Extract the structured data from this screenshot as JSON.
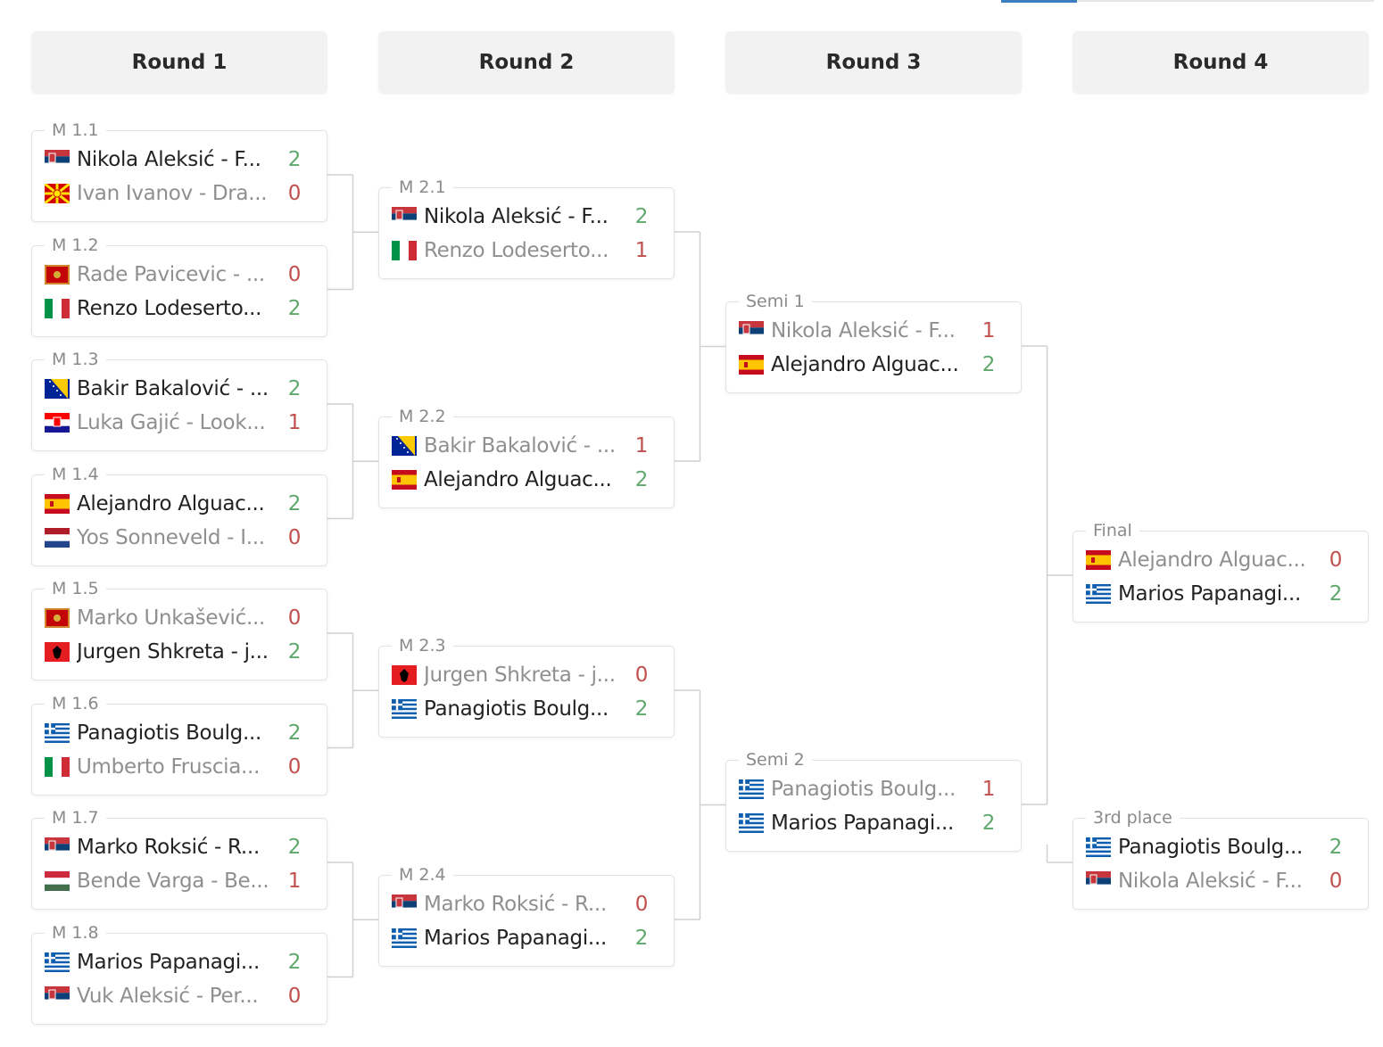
{
  "colors": {
    "win": "#5fa86b",
    "lose": "#c0504d",
    "header_bg": "#f2f2f3",
    "connector": "#d0d0d0"
  },
  "rounds": [
    "Round 1",
    "Round 2",
    "Round 3",
    "Round 4"
  ],
  "matches": [
    {
      "label": "M 1.1",
      "round": 1,
      "slot": 0,
      "players": [
        {
          "name": "Nikola Aleksić - F...",
          "flag": "rs",
          "score": "2",
          "win": true
        },
        {
          "name": "Ivan Ivanov - Dra...",
          "flag": "mk",
          "score": "0",
          "win": false
        }
      ]
    },
    {
      "label": "M 1.2",
      "round": 1,
      "slot": 1,
      "players": [
        {
          "name": "Rade Pavicevic - ...",
          "flag": "me",
          "score": "0",
          "win": false
        },
        {
          "name": "Renzo Lodeserto...",
          "flag": "it",
          "score": "2",
          "win": true
        }
      ]
    },
    {
      "label": "M 1.3",
      "round": 1,
      "slot": 2,
      "players": [
        {
          "name": "Bakir Bakalović - ...",
          "flag": "ba",
          "score": "2",
          "win": true
        },
        {
          "name": "Luka Gajić - Look...",
          "flag": "hr",
          "score": "1",
          "win": false
        }
      ]
    },
    {
      "label": "M 1.4",
      "round": 1,
      "slot": 3,
      "players": [
        {
          "name": "Alejandro Alguac...",
          "flag": "es",
          "score": "2",
          "win": true
        },
        {
          "name": "Yos Sonneveld - I...",
          "flag": "nl",
          "score": "0",
          "win": false
        }
      ]
    },
    {
      "label": "M 1.5",
      "round": 1,
      "slot": 4,
      "players": [
        {
          "name": "Marko Unkašević...",
          "flag": "me",
          "score": "0",
          "win": false
        },
        {
          "name": "Jurgen Shkreta - j...",
          "flag": "al",
          "score": "2",
          "win": true
        }
      ]
    },
    {
      "label": "M 1.6",
      "round": 1,
      "slot": 5,
      "players": [
        {
          "name": "Panagiotis Boulg...",
          "flag": "gr",
          "score": "2",
          "win": true
        },
        {
          "name": "Umberto Fruscia...",
          "flag": "it",
          "score": "0",
          "win": false
        }
      ]
    },
    {
      "label": "M 1.7",
      "round": 1,
      "slot": 6,
      "players": [
        {
          "name": "Marko Roksić - R...",
          "flag": "rs",
          "score": "2",
          "win": true
        },
        {
          "name": "Bende Varga - Be...",
          "flag": "hu",
          "score": "1",
          "win": false
        }
      ]
    },
    {
      "label": "M 1.8",
      "round": 1,
      "slot": 7,
      "players": [
        {
          "name": "Marios Papanagi...",
          "flag": "gr",
          "score": "2",
          "win": true
        },
        {
          "name": "Vuk Aleksić - Per...",
          "flag": "rs",
          "score": "0",
          "win": false
        }
      ]
    },
    {
      "label": "M 2.1",
      "round": 2,
      "slot": 0,
      "players": [
        {
          "name": "Nikola Aleksić - F...",
          "flag": "rs",
          "score": "2",
          "win": true
        },
        {
          "name": "Renzo Lodeserto...",
          "flag": "it",
          "score": "1",
          "win": false
        }
      ]
    },
    {
      "label": "M 2.2",
      "round": 2,
      "slot": 1,
      "players": [
        {
          "name": "Bakir Bakalović - ...",
          "flag": "ba",
          "score": "1",
          "win": false
        },
        {
          "name": "Alejandro Alguac...",
          "flag": "es",
          "score": "2",
          "win": true
        }
      ]
    },
    {
      "label": "M 2.3",
      "round": 2,
      "slot": 2,
      "players": [
        {
          "name": "Jurgen Shkreta - j...",
          "flag": "al",
          "score": "0",
          "win": false
        },
        {
          "name": "Panagiotis Boulg...",
          "flag": "gr",
          "score": "2",
          "win": true
        }
      ]
    },
    {
      "label": "M 2.4",
      "round": 2,
      "slot": 3,
      "players": [
        {
          "name": "Marko Roksić - R...",
          "flag": "rs",
          "score": "0",
          "win": false
        },
        {
          "name": "Marios Papanagi...",
          "flag": "gr",
          "score": "2",
          "win": true
        }
      ]
    },
    {
      "label": "Semi 1",
      "round": 3,
      "slot": 0,
      "players": [
        {
          "name": "Nikola Aleksić - F...",
          "flag": "rs",
          "score": "1",
          "win": false
        },
        {
          "name": "Alejandro Alguac...",
          "flag": "es",
          "score": "2",
          "win": true
        }
      ]
    },
    {
      "label": "Semi 2",
      "round": 3,
      "slot": 1,
      "players": [
        {
          "name": "Panagiotis Boulg...",
          "flag": "gr",
          "score": "1",
          "win": false
        },
        {
          "name": "Marios Papanagi...",
          "flag": "gr",
          "score": "2",
          "win": true
        }
      ]
    },
    {
      "label": "Final",
      "round": 4,
      "slot": 0,
      "players": [
        {
          "name": "Alejandro Alguac...",
          "flag": "es",
          "score": "0",
          "win": false
        },
        {
          "name": "Marios Papanagi...",
          "flag": "gr",
          "score": "2",
          "win": true
        }
      ]
    },
    {
      "label": "3rd place",
      "round": 4,
      "slot": 1,
      "players": [
        {
          "name": "Panagiotis Boulg...",
          "flag": "gr",
          "score": "2",
          "win": true
        },
        {
          "name": "Nikola Aleksić - F...",
          "flag": "rs",
          "score": "0",
          "win": false
        }
      ]
    }
  ]
}
